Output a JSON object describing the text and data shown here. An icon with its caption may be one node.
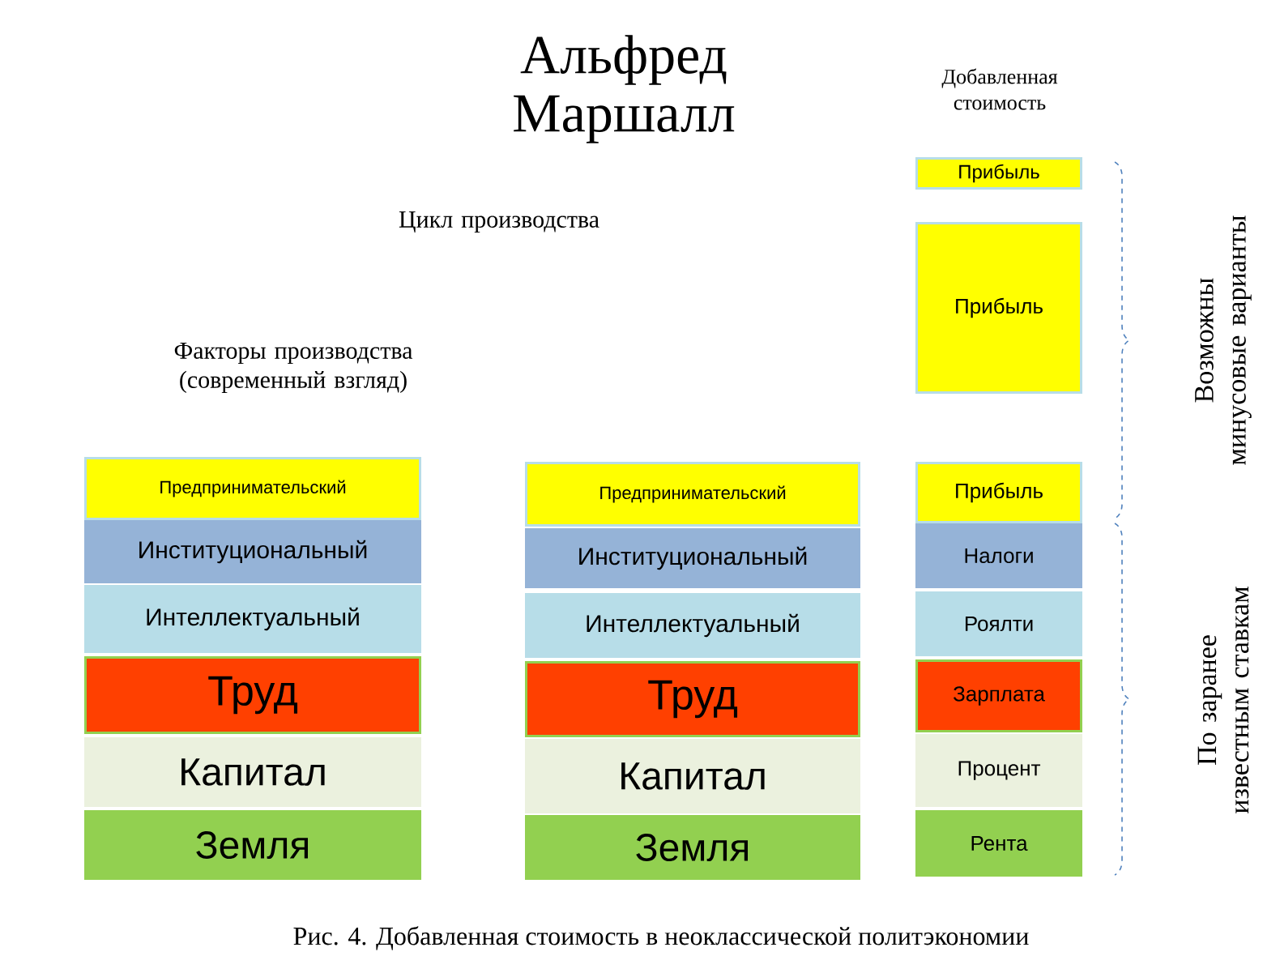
{
  "diagram": {
    "title": "Альфред Маршалл",
    "caption": "Рис. 4. Добавленная стоимость в неоклассической политэкономии",
    "nodes": [
      {
        "text": [
          "Предпринимательский"
        ]
      },
      {
        "text": [
          "Институциональный"
        ]
      },
      {
        "text": [
          "Интеллектуальный"
        ]
      },
      {
        "text": [
          "Труд"
        ]
      },
      {
        "text": [
          "Капитал"
        ]
      },
      {
        "text": [
          "Земля"
        ]
      },
      {
        "text": [
          "Предпринимательский"
        ]
      },
      {
        "text": [
          "Институциональный"
        ]
      },
      {
        "text": [
          "Интеллектуальный"
        ]
      },
      {
        "text": [
          "Труд"
        ]
      },
      {
        "text": [
          "Капитал"
        ]
      },
      {
        "text": [
          "Земля"
        ]
      },
      {
        "text": [
          "Прибыль"
        ]
      },
      {
        "text": [
          "Прибыль"
        ]
      },
      {
        "text": [
          "Прибыль"
        ]
      },
      {
        "text": [
          "Налоги"
        ]
      },
      {
        "text": [
          "Роялти"
        ]
      },
      {
        "text": [
          "Зарплата"
        ]
      },
      {
        "text": [
          "Процент"
        ]
      },
      {
        "text": [
          "Рента"
        ]
      }
    ],
    "edges": [],
    "labels": [
      "Добавленная стоимость",
      "Цикл производства",
      "Факторы производства (современный взгляд)",
      "Возможны минусовые варианты",
      "По заранее известным ставкам"
    ]
  }
}
